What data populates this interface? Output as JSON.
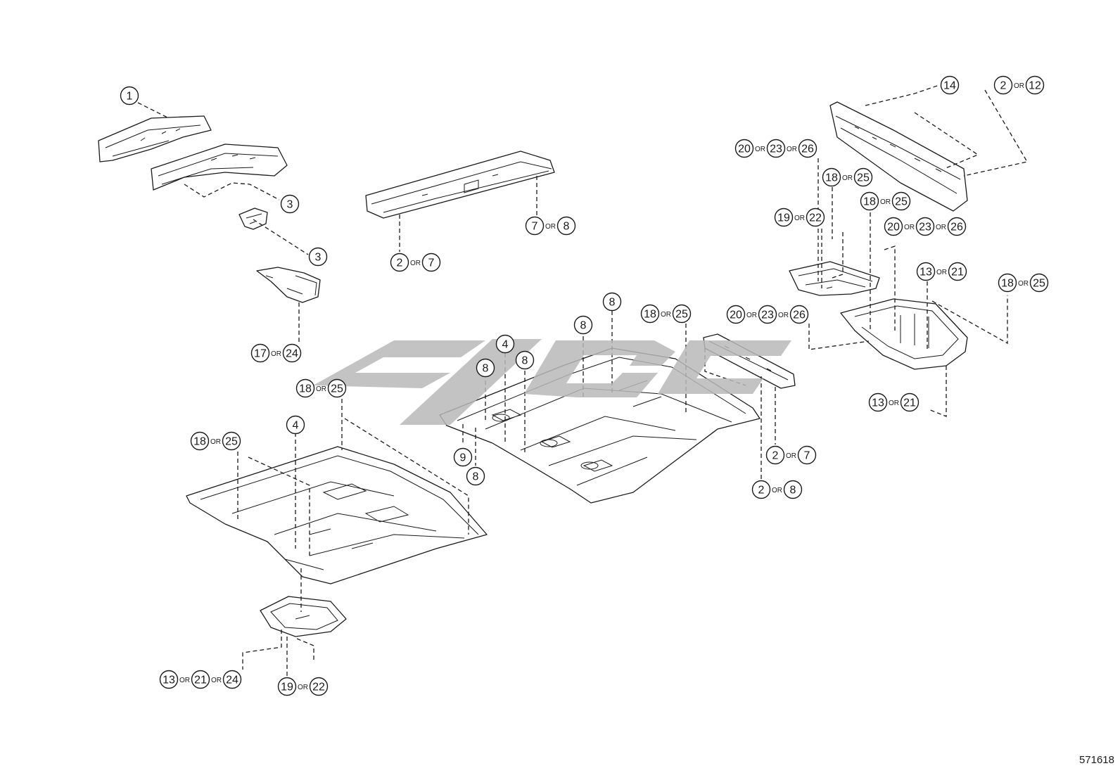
{
  "figure_number": "571618",
  "separator": "OR",
  "callouts": [
    {
      "id": "c1",
      "nums": [
        "1"
      ]
    },
    {
      "id": "c3a",
      "nums": [
        "3"
      ]
    },
    {
      "id": "c3b",
      "nums": [
        "3"
      ]
    },
    {
      "id": "c17",
      "nums": [
        "17",
        "24"
      ]
    },
    {
      "id": "c2-7a",
      "nums": [
        "2",
        "7"
      ]
    },
    {
      "id": "c7-8",
      "nums": [
        "7",
        "8"
      ]
    },
    {
      "id": "c18-25a",
      "nums": [
        "18",
        "25"
      ]
    },
    {
      "id": "c4a",
      "nums": [
        "4"
      ]
    },
    {
      "id": "c18-25b",
      "nums": [
        "18",
        "25"
      ]
    },
    {
      "id": "c13-21-24",
      "nums": [
        "13",
        "21",
        "24"
      ]
    },
    {
      "id": "c19-22a",
      "nums": [
        "19",
        "22"
      ]
    },
    {
      "id": "c8a",
      "nums": [
        "8"
      ]
    },
    {
      "id": "c4b",
      "nums": [
        "4"
      ]
    },
    {
      "id": "c8b",
      "nums": [
        "8"
      ]
    },
    {
      "id": "c8c",
      "nums": [
        "8"
      ]
    },
    {
      "id": "c8d",
      "nums": [
        "8"
      ]
    },
    {
      "id": "c18-25c",
      "nums": [
        "18",
        "25"
      ]
    },
    {
      "id": "c9",
      "nums": [
        "9"
      ]
    },
    {
      "id": "c8e",
      "nums": [
        "8"
      ]
    },
    {
      "id": "c20-23-26a",
      "nums": [
        "20",
        "23",
        "26"
      ]
    },
    {
      "id": "c2-7b",
      "nums": [
        "2",
        "7"
      ]
    },
    {
      "id": "c2-8",
      "nums": [
        "2",
        "8"
      ]
    },
    {
      "id": "c14",
      "nums": [
        "14"
      ]
    },
    {
      "id": "c2-12",
      "nums": [
        "2",
        "12"
      ]
    },
    {
      "id": "c20-23-26b",
      "nums": [
        "20",
        "23",
        "26"
      ]
    },
    {
      "id": "c18-25d",
      "nums": [
        "18",
        "25"
      ]
    },
    {
      "id": "c19-22b",
      "nums": [
        "19",
        "22"
      ]
    },
    {
      "id": "c18-25e",
      "nums": [
        "18",
        "25"
      ]
    },
    {
      "id": "c20-23-26c",
      "nums": [
        "20",
        "23",
        "26"
      ]
    },
    {
      "id": "c13-21a",
      "nums": [
        "13",
        "21"
      ]
    },
    {
      "id": "c18-25f",
      "nums": [
        "18",
        "25"
      ]
    },
    {
      "id": "c13-21b",
      "nums": [
        "13",
        "21"
      ]
    }
  ]
}
